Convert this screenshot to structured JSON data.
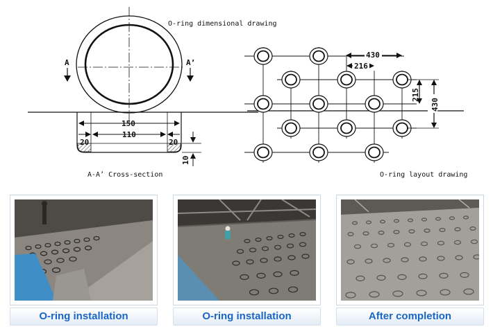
{
  "drawing": {
    "dimensional_title": "O-ring dimensional drawing",
    "section_a": "A",
    "section_a_prime": "A’",
    "cross_section_caption": "A-A’  Cross-section",
    "layout_caption": "O-ring layout drawing",
    "dim_150": "150",
    "dim_110": "110",
    "dim_20_left": "20",
    "dim_20_right": "20",
    "dim_10": "10",
    "dim_430_top": "430",
    "dim_216": "216",
    "dim_215": "215",
    "dim_430_right": "430"
  },
  "photos": [
    {
      "caption": "O-ring installation",
      "scene": "floor-worker"
    },
    {
      "caption": "O-ring installation",
      "scene": "floor-structure"
    },
    {
      "caption": "After completion",
      "scene": "finished-floor"
    }
  ],
  "colors": {
    "caption_text": "#1a66c4",
    "line": "#111111",
    "concrete": "#8e8a84"
  }
}
